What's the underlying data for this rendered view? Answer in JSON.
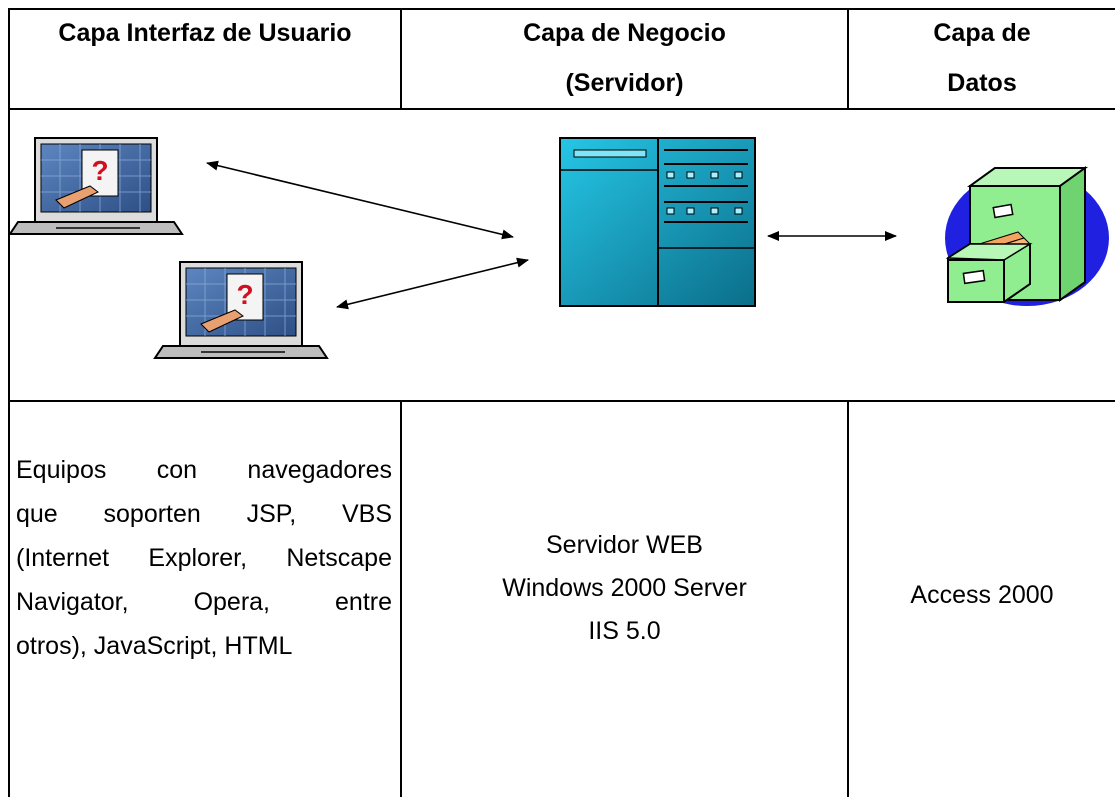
{
  "headers": {
    "ui_layer_title": "Capa Interfaz de Usuario",
    "business_layer_title_line1": "Capa de Negocio",
    "business_layer_title_line2": "(Servidor)",
    "data_layer_title_line1": "Capa de",
    "data_layer_title_line2": "Datos"
  },
  "descriptions": {
    "ui_layer_lines": [
      "Equipos con navegadores",
      "que soporten JSP, VBS",
      "(Internet Explorer, Netscape",
      "Navigator, Opera, entre",
      "otros),  JavaScript, HTML"
    ],
    "business_layer_lines": [
      "Servidor WEB",
      "Windows 2000 Server",
      "IIS 5.0"
    ],
    "data_layer": "Access 2000"
  },
  "icons": {
    "client_1": "laptop-icon",
    "client_2": "laptop-icon",
    "server": "server-icon",
    "database": "filing-cabinet-icon"
  },
  "colors": {
    "server_fill": "#1aa3c2",
    "server_dark": "#0d5a70",
    "cabinet_fill": "#90ee90",
    "cabinet_bg": "#2020e0",
    "folders": "#f4a460",
    "screen_blue": "#4a6fa5"
  }
}
